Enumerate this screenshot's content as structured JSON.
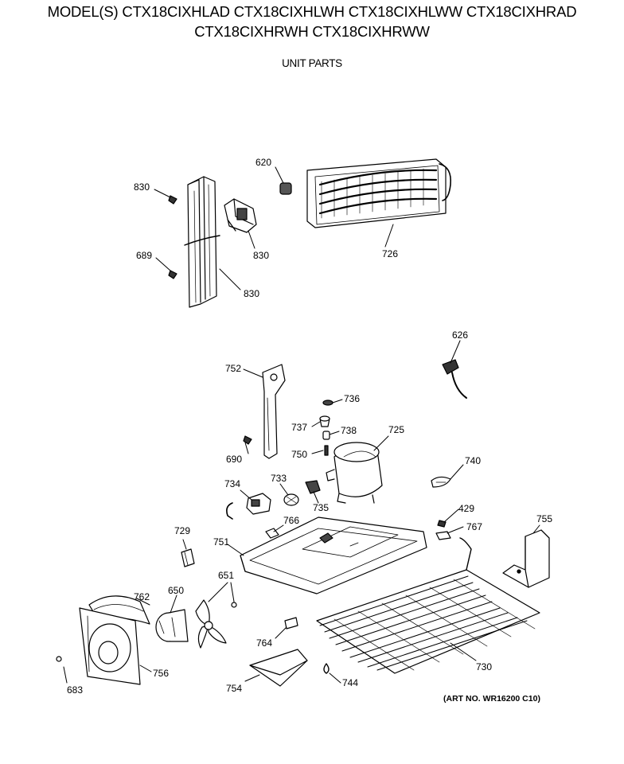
{
  "header": {
    "models_line1": "MODEL(S) CTX18CIXHLAD CTX18CIXHLWH CTX18CIXHLWW CTX18CIXHRAD",
    "models_line2": "CTX18CIXHRWH CTX18CIXHRWW",
    "section": "UNIT PARTS"
  },
  "footer": {
    "art_no": "(ART NO. WR16200 C10)"
  },
  "callouts": {
    "p830a": "830",
    "p830b": "830",
    "p830c": "830",
    "p689": "689",
    "p620": "620",
    "p726": "726",
    "p626": "626",
    "p752": "752",
    "p736": "736",
    "p737": "737",
    "p738": "738",
    "p725": "725",
    "p750": "750",
    "p690": "690",
    "p740": "740",
    "p734": "734",
    "p733": "733",
    "p735": "735",
    "p429": "429",
    "p767": "767",
    "p755": "755",
    "p766": "766",
    "p729": "729",
    "p751": "751",
    "p651": "651",
    "p650": "650",
    "p762": "762",
    "p764": "764",
    "p730": "730",
    "p756": "756",
    "p683": "683",
    "p754": "754",
    "p744": "744"
  }
}
